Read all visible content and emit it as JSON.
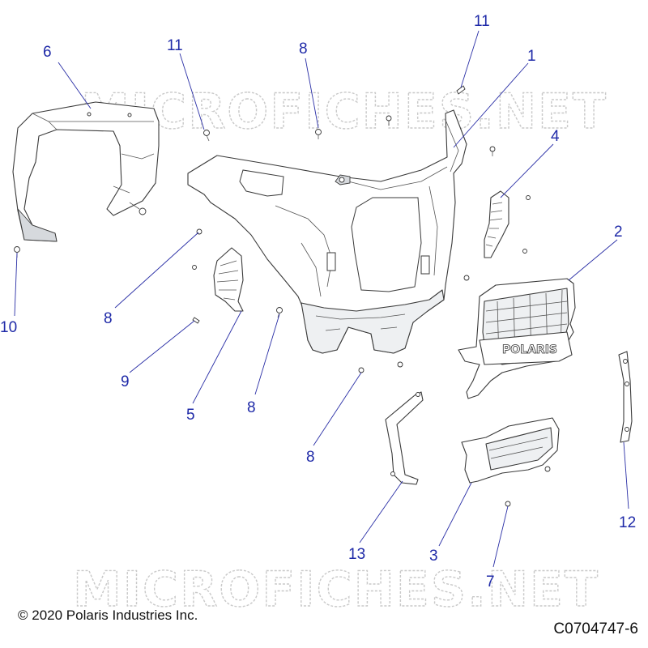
{
  "watermark": "MICROFICHES.NET",
  "copyright": "© 2020 Polaris Industries Inc.",
  "drawing_number": "C0704747-6",
  "grille_logo": "POLARIS",
  "callouts": [
    {
      "id": "c6",
      "text": "6"
    },
    {
      "id": "c11a",
      "text": "11"
    },
    {
      "id": "c8a",
      "text": "8"
    },
    {
      "id": "c11b",
      "text": "11"
    },
    {
      "id": "c1",
      "text": "1"
    },
    {
      "id": "c4",
      "text": "4"
    },
    {
      "id": "c2",
      "text": "2"
    },
    {
      "id": "c10",
      "text": "10"
    },
    {
      "id": "c8b",
      "text": "8"
    },
    {
      "id": "c9",
      "text": "9"
    },
    {
      "id": "c5",
      "text": "5"
    },
    {
      "id": "c8c",
      "text": "8"
    },
    {
      "id": "c8d",
      "text": "8"
    },
    {
      "id": "c13",
      "text": "13"
    },
    {
      "id": "c3",
      "text": "3"
    },
    {
      "id": "c7",
      "text": "7"
    },
    {
      "id": "c12",
      "text": "12"
    }
  ],
  "colors": {
    "callout": "#1f2aa8",
    "line": "#3a3a3a",
    "watermark": "#c9c9c9"
  }
}
